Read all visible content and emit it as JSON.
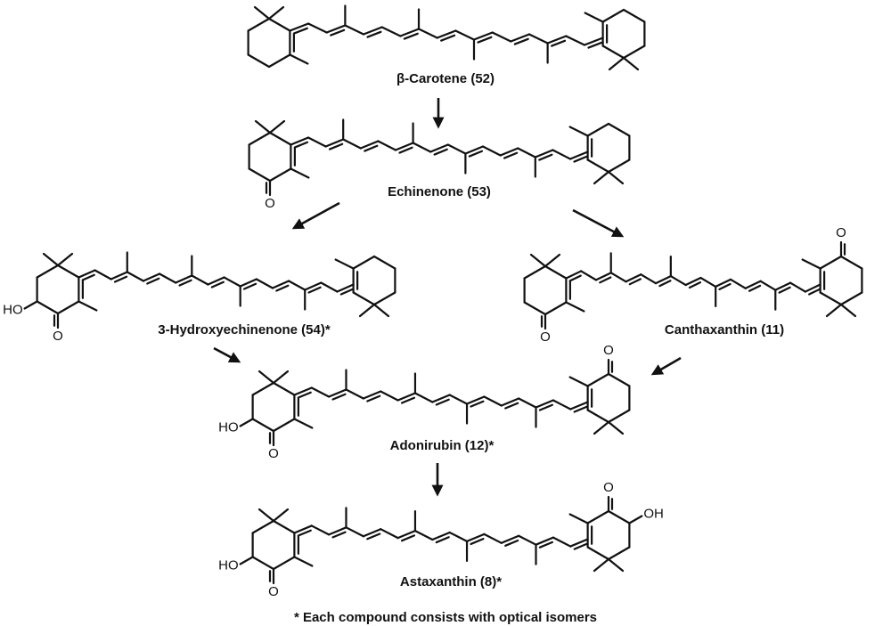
{
  "compounds": {
    "beta_carotene": "β-Carotene (52)",
    "echinenone": "Echinenone (53)",
    "hydroxyechinenone": "3-Hydroxyechinenone (54)*",
    "canthaxanthin": "Canthaxanthin (11)",
    "adonirubin": "Adonirubin (12)*",
    "astaxanthin": "Astaxanthin (8)*"
  },
  "atoms": {
    "oxygen": "O",
    "hydroxyl": "HO",
    "hydroxyl_right": "OH"
  },
  "footnote": "* Each compound consists with optical isomers",
  "pathway": [
    {
      "from": "β-Carotene (52)",
      "to": "Echinenone (53)"
    },
    {
      "from": "Echinenone (53)",
      "to": "3-Hydroxyechinenone (54)*"
    },
    {
      "from": "Echinenone (53)",
      "to": "Canthaxanthin (11)"
    },
    {
      "from": "3-Hydroxyechinenone (54)*",
      "to": "Adonirubin (12)*"
    },
    {
      "from": "Canthaxanthin (11)",
      "to": "Adonirubin (12)*"
    },
    {
      "from": "Adonirubin (12)*",
      "to": "Astaxanthin (8)*"
    }
  ]
}
